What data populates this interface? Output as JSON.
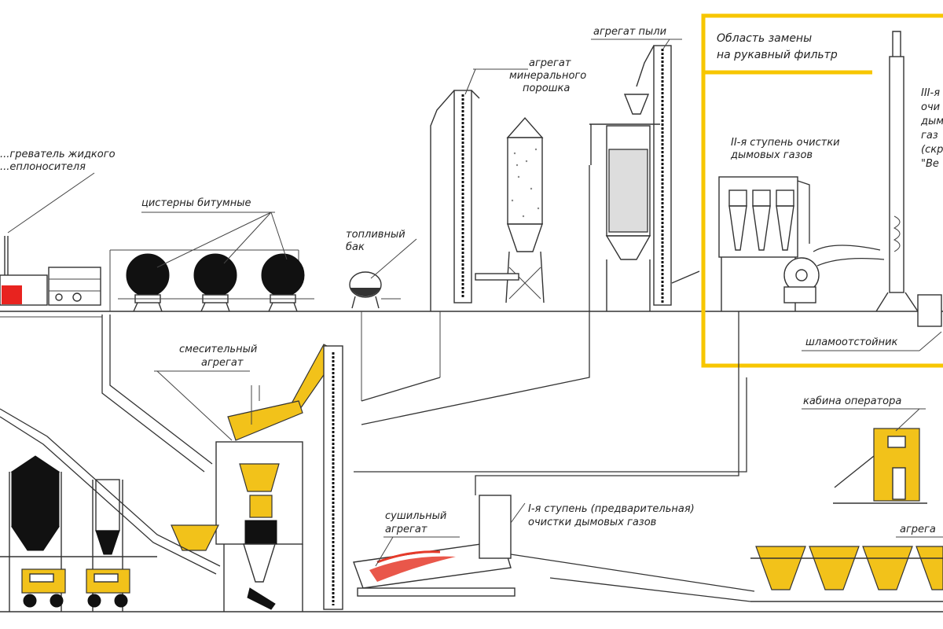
{
  "labels": {
    "heater": [
      "...греватель жидкого",
      "...еплоносителя"
    ],
    "bitumen_tanks": "цистерны битумные",
    "fuel_tank": [
      "топливный",
      "бак"
    ],
    "mineral_powder": [
      "агрегат",
      "минерального",
      "порошка"
    ],
    "dust_unit": "агрегат пыли",
    "replacement_area": [
      "Область замены",
      "на рукавный фильтр"
    ],
    "second_stage": [
      "II-я ступень очистки",
      "дымовых газов"
    ],
    "third_stage": [
      "III-я",
      "очи",
      "дым",
      "газ",
      "(скр",
      "\"Ве"
    ],
    "sludge_tank": "шламоотстойник",
    "mixing_unit": [
      "смесительный",
      "агрегат"
    ],
    "operator_cabin": "кабина оператора",
    "drying_unit": [
      "сушильный",
      "агрегат"
    ],
    "first_stage": [
      "I-я ступень (предварительная)",
      "очистки дымовых газов"
    ],
    "aggregate_right": "агрега"
  },
  "colors": {
    "highlight": "#f7c600",
    "yellow_equipment": "#f2c21a",
    "heater_red": "#e8231f",
    "burner_red": "#e53a2a"
  }
}
